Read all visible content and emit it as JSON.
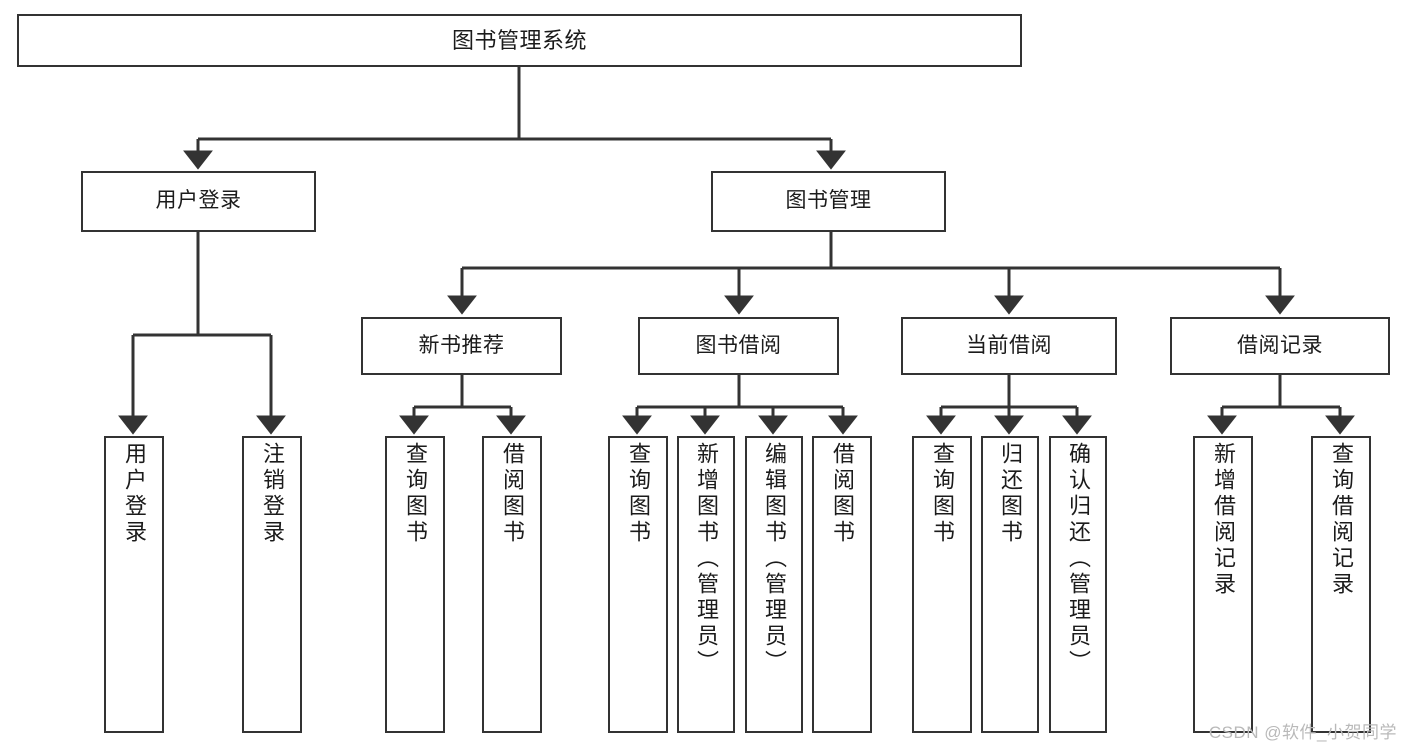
{
  "diagram": {
    "title": "图书管理系统",
    "type": "hierarchy-tree",
    "orientation": "top-down",
    "colors": {
      "box_border": "#333333",
      "box_fill": "#ffffff",
      "edge": "#333333",
      "text": "#1b1b1b",
      "watermark": "#b9b9b9"
    },
    "root": {
      "label": "图书管理系统"
    },
    "level2": [
      {
        "label": "用户登录"
      },
      {
        "label": "图书管理"
      }
    ],
    "level3": [
      {
        "label": "新书推荐"
      },
      {
        "label": "图书借阅"
      },
      {
        "label": "当前借阅"
      },
      {
        "label": "借阅记录"
      }
    ],
    "leaves": {
      "user_login": [
        {
          "label": "用户登录"
        },
        {
          "label": "注销登录"
        }
      ],
      "new_book_recommend": [
        {
          "label": "查询图书"
        },
        {
          "label": "借阅图书"
        }
      ],
      "book_borrow": [
        {
          "label": "查询图书"
        },
        {
          "label": "新增图书（管理员）"
        },
        {
          "label": "编辑图书（管理员）"
        },
        {
          "label": "借阅图书"
        }
      ],
      "current_borrow": [
        {
          "label": "查询图书"
        },
        {
          "label": "归还图书"
        },
        {
          "label": "确认归还（管理员）"
        }
      ],
      "borrow_record": [
        {
          "label": "新增借阅记录"
        },
        {
          "label": "查询借阅记录"
        }
      ]
    }
  },
  "watermark": {
    "text": "CSDN @软件_小贺同学"
  }
}
